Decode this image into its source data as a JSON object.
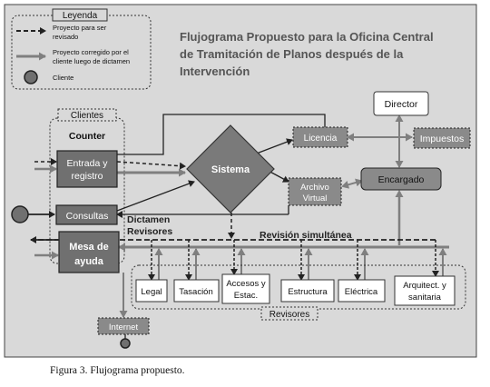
{
  "legend": {
    "title": "Leyenda",
    "items": [
      {
        "text_lines": [
          "Proyecto para ser",
          "revisado"
        ],
        "symbol": "dashed-arrow"
      },
      {
        "text_lines": [
          "Proyecto corregido por el",
          "cliente luego de dictamen"
        ],
        "symbol": "solid-arrow"
      },
      {
        "text_lines": [
          "Cliente"
        ],
        "symbol": "client-circle"
      }
    ]
  },
  "title_lines": [
    "Flujograma Propuesto para la Oficina Central",
    "de Tramitación de Planos después de la",
    "Intervención"
  ],
  "clients_group": {
    "label": "Clientes",
    "counter_label": "Counter"
  },
  "nodes": {
    "entrada": [
      "Entrada y",
      "registro"
    ],
    "consultas": "Consultas",
    "mesa": [
      "Mesa de",
      "ayuda"
    ],
    "sistema": "Sistema",
    "licencia": "Licencia",
    "archivo": [
      "Archivo",
      "Virtual"
    ],
    "director": "Director",
    "impuestos": "Impuestos",
    "encargado": "Encargado",
    "internet": "Internet"
  },
  "labels": {
    "dictamen": [
      "Dictamen",
      "Revisores"
    ],
    "revision": "Revisión simultánea",
    "revisores": "Revisores"
  },
  "revisores": [
    [
      "Legal"
    ],
    [
      "Tasación"
    ],
    [
      "Accesos y",
      "Estac."
    ],
    [
      "Estructura"
    ],
    [
      "Eléctrica"
    ],
    [
      "Arquitect. y",
      "sanitaria"
    ]
  ],
  "caption": "Figura 3. Flujograma propuesto.",
  "colors": {
    "panel": "#d9d9d9",
    "box_dark": "#707070",
    "box_mid": "#8a8a8a",
    "diamond": "#7a7a7a",
    "arrow": "#7f7f7f",
    "line": "#222222"
  }
}
